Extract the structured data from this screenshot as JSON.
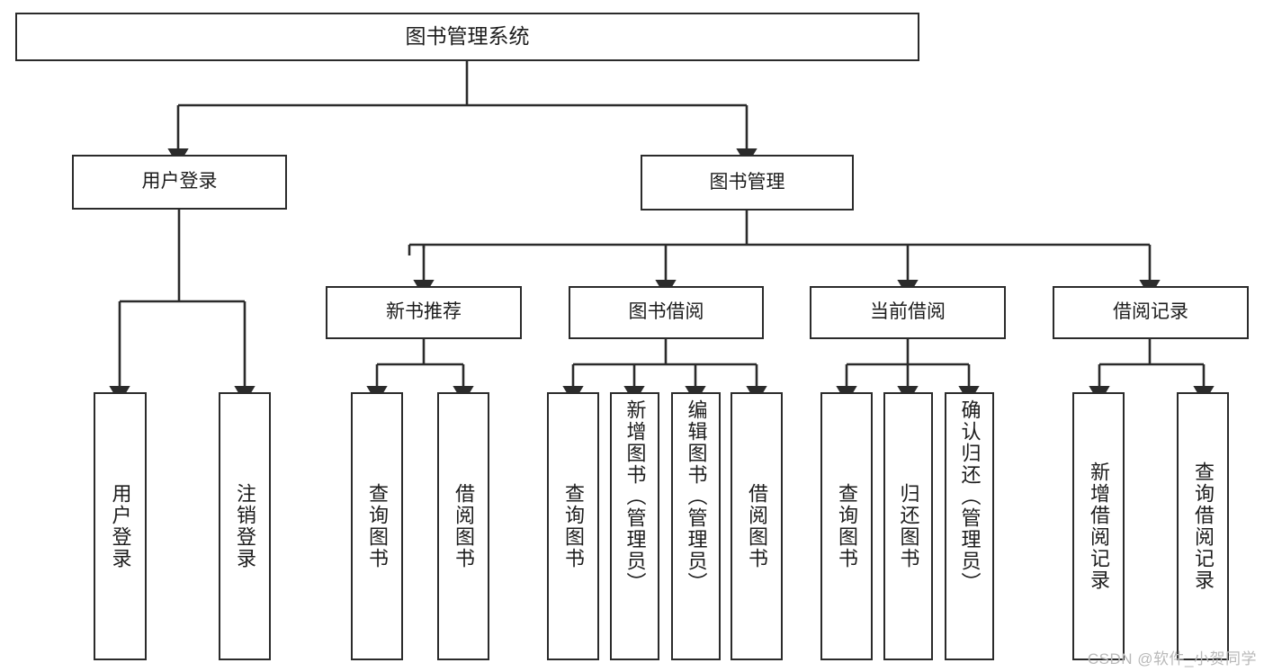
{
  "diagram": {
    "title": "图书管理系统",
    "type": "tree-hierarchy",
    "watermark": "CSDN @软件_小贺同学",
    "colors": {
      "box_border": "#2b2b2b",
      "box_fill": "#ffffff",
      "connector": "#2b2b2b",
      "text": "#1d1d1d",
      "watermark": "#b9b9b9"
    },
    "nodes": {
      "root": {
        "label": "图书管理系统"
      },
      "level2": [
        {
          "id": "user-login",
          "label": "用户登录"
        },
        {
          "id": "book-manage",
          "label": "图书管理"
        }
      ],
      "level3": [
        {
          "id": "new-book-recommend",
          "label": "新书推荐"
        },
        {
          "id": "book-borrow",
          "label": "图书借阅"
        },
        {
          "id": "current-borrow",
          "label": "当前借阅"
        },
        {
          "id": "borrow-record",
          "label": "借阅记录"
        }
      ],
      "leaves": {
        "user-login": [
          {
            "id": "leaf-user-login",
            "label": "用户登录"
          },
          {
            "id": "leaf-user-logout",
            "label": "注销登录"
          }
        ],
        "new-book-recommend": [
          {
            "id": "leaf-query-book-1",
            "label": "查询图书"
          },
          {
            "id": "leaf-borrow-book-1",
            "label": "借阅图书"
          }
        ],
        "book-borrow": [
          {
            "id": "leaf-query-book-2",
            "label": "查询图书"
          },
          {
            "id": "leaf-add-book",
            "label": "新增图书（管理员）"
          },
          {
            "id": "leaf-edit-book",
            "label": "编辑图书（管理员）"
          },
          {
            "id": "leaf-borrow-book-2",
            "label": "借阅图书"
          }
        ],
        "current-borrow": [
          {
            "id": "leaf-query-book-3",
            "label": "查询图书"
          },
          {
            "id": "leaf-return-book",
            "label": "归还图书"
          },
          {
            "id": "leaf-confirm-return",
            "label": "确认归还（管理员）"
          }
        ],
        "borrow-record": [
          {
            "id": "leaf-add-record",
            "label": "新增借阅记录"
          },
          {
            "id": "leaf-query-record",
            "label": "查询借阅记录"
          }
        ]
      }
    }
  }
}
